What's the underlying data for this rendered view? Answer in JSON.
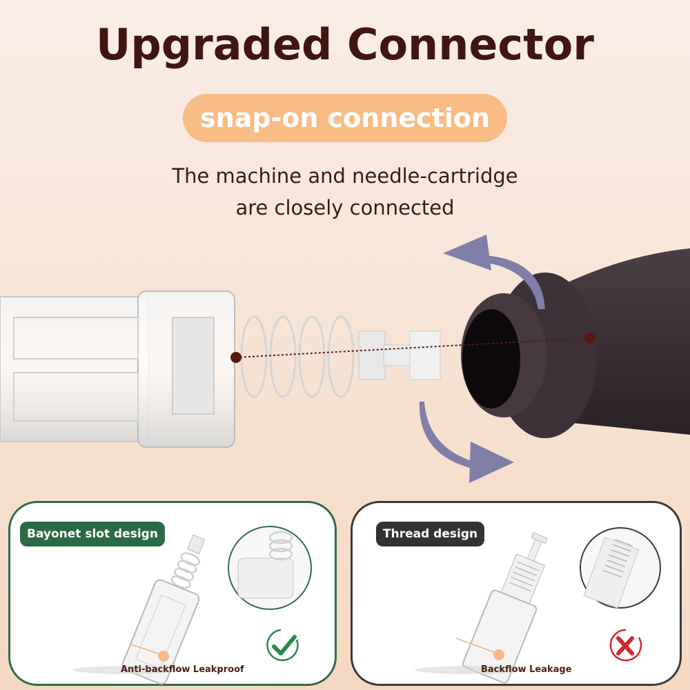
{
  "header": {
    "title": "Upgraded Connector",
    "pill_label": "snap-on connection",
    "subtitle_line1": "The machine and needle-cartridge",
    "subtitle_line2": "are closely connected"
  },
  "illustration": {
    "description": "Transparent needle cartridge aligned with dark machine connector, rotation arrows",
    "arrow_color": "#7f7fa8",
    "axis_dot_color": "#5a1a10"
  },
  "comparison": [
    {
      "label": "Bayonet slot design",
      "caption": "Anti-backflow Leakproof",
      "result_icon": "check-circle-icon",
      "accent": "#2a8a4e",
      "verdict": "good"
    },
    {
      "label": "Thread design",
      "caption": "Backflow Leakage",
      "result_icon": "x-circle-icon",
      "accent": "#d0282c",
      "verdict": "bad"
    }
  ],
  "colors": {
    "title": "#3f1710",
    "pill": "#f8bc86",
    "good_border": "#2f6c48",
    "bad_border": "#3a3a3a"
  }
}
